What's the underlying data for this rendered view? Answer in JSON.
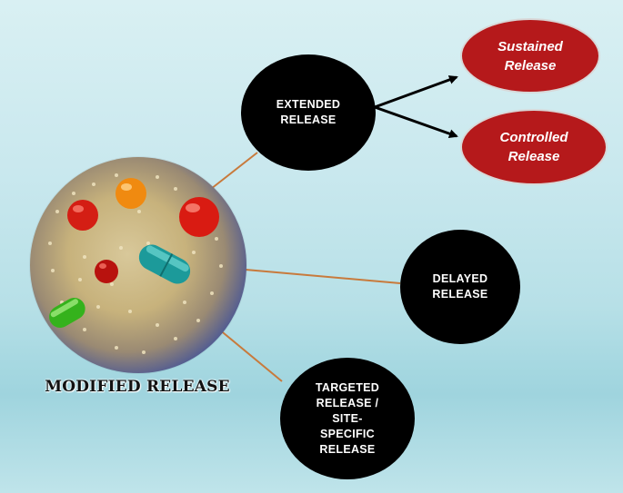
{
  "hub": {
    "title": "MODIFIED RELEASE"
  },
  "nodes": {
    "extended": {
      "line1": "EXTENDED",
      "line2": "RELEASE"
    },
    "delayed": {
      "line1": "DELAYED",
      "line2": "RELEASE"
    },
    "targeted": {
      "line1": "TARGETED",
      "line2": "RELEASE /",
      "line3": "SITE-",
      "line4": "SPECIFIC",
      "line5": "RELEASE"
    }
  },
  "subtypes": {
    "sustained": {
      "line1": "Sustained",
      "line2": "Release"
    },
    "controlled": {
      "line1": "Controlled",
      "line2": "Release"
    }
  },
  "colors": {
    "node_fill": "#000000",
    "subtype_fill": "#b5191b",
    "connector": "#c87a3c",
    "arrow": "#000000"
  },
  "icons": [
    "pill-capsule-image",
    "arrow-icon"
  ]
}
